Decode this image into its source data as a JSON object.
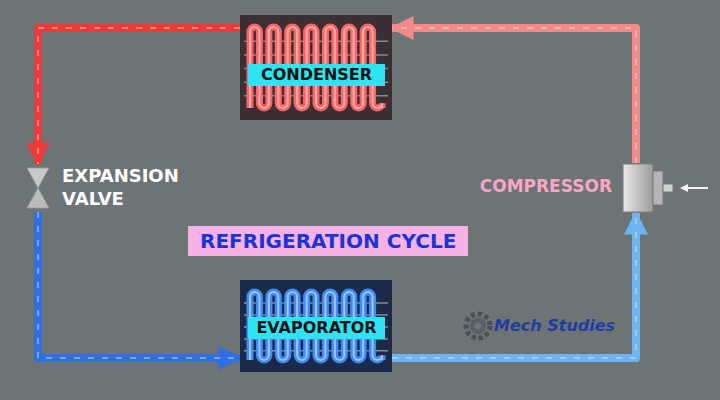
{
  "diagram": {
    "title": "REFRIGERATION CYCLE",
    "nodes": [
      {
        "text": [
          "CONDENSER"
        ]
      },
      {
        "text": [
          "EXPANSION VALVE"
        ]
      },
      {
        "text": [
          "EVAPORATOR"
        ]
      },
      {
        "text": [
          "COMPRESSOR"
        ]
      }
    ],
    "edges": [
      {
        "from": 3,
        "to": 0,
        "arrow": "to"
      },
      {
        "from": 0,
        "to": 1,
        "arrow": "to"
      },
      {
        "from": 1,
        "to": 2,
        "arrow": "to"
      },
      {
        "from": 2,
        "to": 3,
        "arrow": "to"
      }
    ],
    "labels": [
      "Mech Studies"
    ]
  }
}
